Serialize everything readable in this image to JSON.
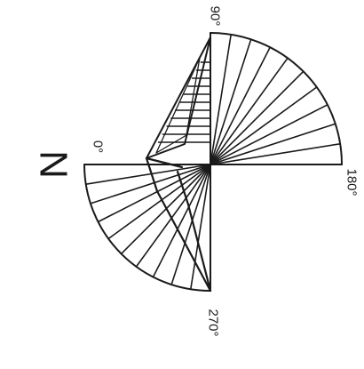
{
  "north_label": "N",
  "angle_labels": {
    "deg_0": "0°",
    "deg_90": "90°",
    "deg_180": "180°",
    "deg_270": "270°"
  },
  "colors": {
    "ink": "#1a1a1a",
    "background": "#ffffff"
  }
}
